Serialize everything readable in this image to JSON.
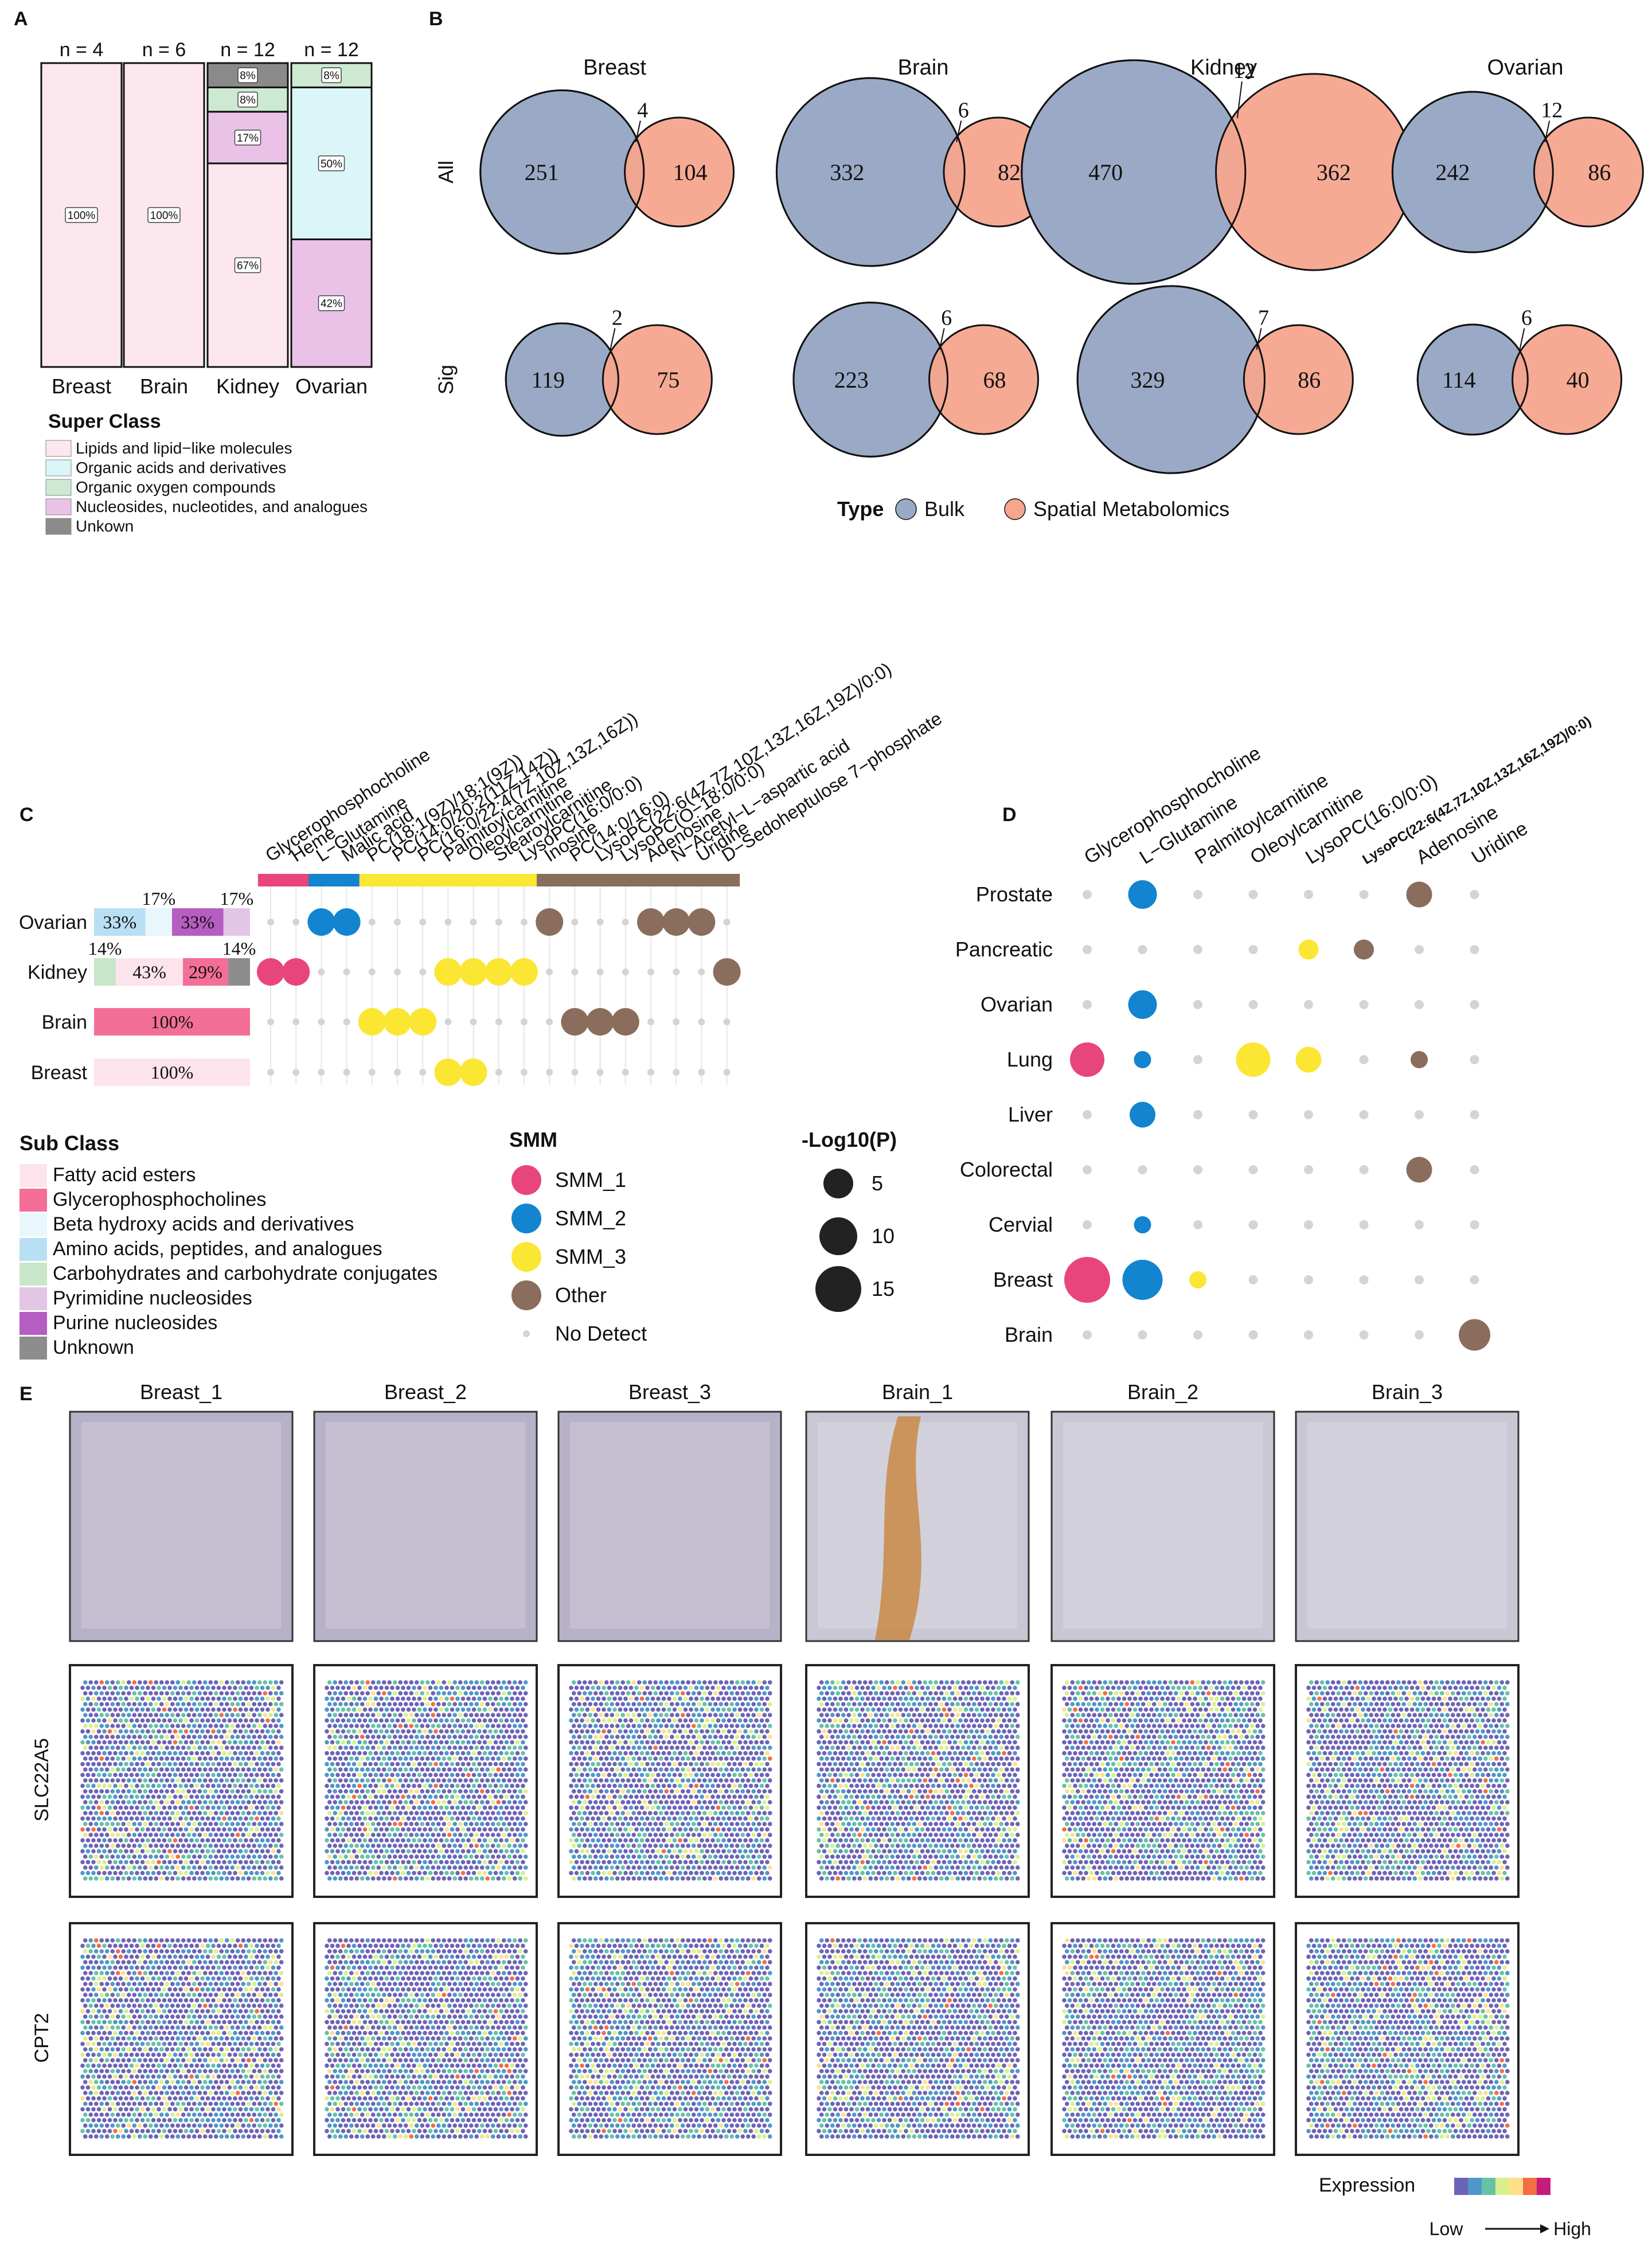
{
  "panels": {
    "a": "A",
    "b": "B",
    "c": "C",
    "d": "D",
    "e": "E"
  },
  "colors": {
    "lipids": "#fde7ef",
    "organic_acids": "#dbf6f9",
    "organic_oxygen": "#cde9d2",
    "nucleosides": "#eac2e8",
    "unknown": "#8a8a8a",
    "fatty_acid_esters": "#fde4ec",
    "glycerophosphocholines": "#f36f97",
    "beta_hydroxy": "#e7f7fb",
    "amino_acids": "#b9dff4",
    "carbohydrates": "#c8e6c9",
    "pyrimidine": "#e3c6e6",
    "purine": "#b65dc1",
    "unknown_sub": "#8d8d8d",
    "bulk": "#9aaac6",
    "spatial": "#f6a58e",
    "smm1": "#e8457c",
    "smm2": "#1384cf",
    "smm3": "#fbe634",
    "other": "#8a6d5c",
    "nodetect": "#d4d4d4"
  },
  "chart_data": [
    {
      "panel": "A",
      "type": "bar",
      "categories": [
        "Breast",
        "Brain",
        "Kidney",
        "Ovarian"
      ],
      "n_labels": [
        "n = 4",
        "n = 6",
        "n = 12",
        "n = 12"
      ],
      "segments": [
        [
          {
            "class": "lipids",
            "value": 100,
            "label": "100%"
          }
        ],
        [
          {
            "class": "lipids",
            "value": 100,
            "label": "100%"
          }
        ],
        [
          {
            "class": "lipids",
            "value": 67,
            "label": "67%"
          },
          {
            "class": "nucleosides",
            "value": 17,
            "label": "17%"
          },
          {
            "class": "organic_oxygen",
            "value": 8,
            "label": "8%"
          },
          {
            "class": "unknown",
            "value": 8,
            "label": "8%"
          }
        ],
        [
          {
            "class": "nucleosides",
            "value": 42,
            "label": "42%"
          },
          {
            "class": "organic_acids",
            "value": 50,
            "label": "50%"
          },
          {
            "class": "organic_oxygen",
            "value": 8,
            "label": "8%"
          }
        ]
      ],
      "legend_title": "Super Class",
      "legend": [
        {
          "key": "lipids",
          "label": "Lipids and lipid−like molecules"
        },
        {
          "key": "organic_acids",
          "label": "Organic acids and derivatives"
        },
        {
          "key": "organic_oxygen",
          "label": "Organic oxygen compounds"
        },
        {
          "key": "nucleosides",
          "label": "Nucleosides, nucleotides, and analogues"
        },
        {
          "key": "unknown",
          "label": "Unkown"
        }
      ]
    },
    {
      "panel": "B",
      "type": "venn",
      "columns": [
        "Breast",
        "Brain",
        "Kidney",
        "Ovarian"
      ],
      "rows": [
        "All",
        "Sig"
      ],
      "venns": [
        [
          {
            "bulk": 251,
            "spatial": 104,
            "overlap": 4
          },
          {
            "bulk": 332,
            "spatial": 82,
            "overlap": 6
          },
          {
            "bulk": 470,
            "spatial": 362,
            "overlap": 12
          },
          {
            "bulk": 242,
            "spatial": 86,
            "overlap": 12
          }
        ],
        [
          {
            "bulk": 119,
            "spatial": 75,
            "overlap": 2
          },
          {
            "bulk": 223,
            "spatial": 68,
            "overlap": 6
          },
          {
            "bulk": 329,
            "spatial": 86,
            "overlap": 7
          },
          {
            "bulk": 114,
            "spatial": 40,
            "overlap": 6
          }
        ]
      ],
      "legend_title": "Type",
      "legend": [
        {
          "key": "bulk",
          "label": "Bulk"
        },
        {
          "key": "spatial",
          "label": "Spatial Metabolomics"
        }
      ]
    },
    {
      "panel": "C",
      "type": "scatter",
      "metabolites": [
        "Glycerophosphocholine",
        "Heme",
        "L−Glutamine",
        "Malic acid",
        "PC(18:1(9Z)/18:1(9Z))",
        "PC(14:0/20:2(11Z,14Z))",
        "PC(16:0/22:4(7Z,10Z,13Z,16Z))",
        "Palmitoylcarnitine",
        "Oleoylcarnitine",
        "Stearoylcarnitine",
        "LysoPC(16:0/0:0)",
        "Inosine",
        "PC(14:0/16:0)",
        "LysoPC(22:6(4Z,7Z,10Z,13Z,16Z,19Z)/0:0)",
        "LysoPC(O−18:0/0:0)",
        "Adenosine",
        "N−Acetyl−L−aspartic acid",
        "Uridine",
        "D−Sedoheptulose 7−phosphate"
      ],
      "top_bar": [
        "smm1",
        "smm1",
        "smm2",
        "smm2",
        "smm3",
        "smm3",
        "smm3",
        "smm3",
        "smm3",
        "smm3",
        "smm3",
        "other",
        "other",
        "other",
        "other",
        "other",
        "other",
        "other",
        "other"
      ],
      "cancers": [
        "Ovarian",
        "Kidney",
        "Brain",
        "Breast"
      ],
      "dots": [
        [
          "nodetect",
          "nodetect",
          "smm2",
          "smm2",
          "nodetect",
          "nodetect",
          "nodetect",
          "nodetect",
          "nodetect",
          "nodetect",
          "nodetect",
          "other",
          "nodetect",
          "nodetect",
          "nodetect",
          "other",
          "other",
          "other",
          "nodetect"
        ],
        [
          "smm1",
          "smm1",
          "nodetect",
          "nodetect",
          "nodetect",
          "nodetect",
          "nodetect",
          "smm3",
          "smm3",
          "smm3",
          "smm3",
          "nodetect",
          "nodetect",
          "nodetect",
          "nodetect",
          "nodetect",
          "nodetect",
          "nodetect",
          "other"
        ],
        [
          "nodetect",
          "nodetect",
          "nodetect",
          "nodetect",
          "smm3",
          "smm3",
          "smm3",
          "nodetect",
          "nodetect",
          "nodetect",
          "nodetect",
          "nodetect",
          "other",
          "other",
          "other",
          "nodetect",
          "nodetect",
          "nodetect",
          "nodetect"
        ],
        [
          "nodetect",
          "nodetect",
          "nodetect",
          "nodetect",
          "nodetect",
          "nodetect",
          "nodetect",
          "smm3",
          "smm3",
          "nodetect",
          "nodetect",
          "nodetect",
          "nodetect",
          "nodetect",
          "nodetect",
          "nodetect",
          "nodetect",
          "nodetect",
          "nodetect"
        ]
      ],
      "composition": [
        [
          {
            "class": "amino_acids",
            "value": 33,
            "label": "33%"
          },
          {
            "class": "beta_hydroxy",
            "value": 17,
            "label": "17%"
          },
          {
            "class": "purine",
            "value": 33,
            "label": "33%"
          },
          {
            "class": "pyrimidine",
            "value": 17,
            "label": "17%"
          }
        ],
        [
          {
            "class": "carbohydrates",
            "value": 14,
            "label": "14%"
          },
          {
            "class": "fatty_acid_esters",
            "value": 43,
            "label": "43%"
          },
          {
            "class": "glycerophosphocholines",
            "value": 29,
            "label": "29%"
          },
          {
            "class": "unknown_sub",
            "value": 14,
            "label": "14%"
          }
        ],
        [
          {
            "class": "glycerophosphocholines",
            "value": 100,
            "label": "100%"
          }
        ],
        [
          {
            "class": "fatty_acid_esters",
            "value": 100,
            "label": "100%"
          }
        ]
      ],
      "subclass_title": "Sub Class",
      "subclass_legend": [
        {
          "key": "fatty_acid_esters",
          "label": "Fatty acid esters"
        },
        {
          "key": "glycerophosphocholines",
          "label": "Glycerophosphocholines"
        },
        {
          "key": "beta_hydroxy",
          "label": "Beta hydroxy acids and derivatives"
        },
        {
          "key": "amino_acids",
          "label": "Amino acids, peptides, and analogues"
        },
        {
          "key": "carbohydrates",
          "label": "Carbohydrates and carbohydrate conjugates"
        },
        {
          "key": "pyrimidine",
          "label": "Pyrimidine nucleosides"
        },
        {
          "key": "purine",
          "label": "Purine nucleosides"
        },
        {
          "key": "unknown_sub",
          "label": "Unknown"
        }
      ],
      "smm_title": "SMM",
      "smm_legend": [
        {
          "key": "smm1",
          "label": "SMM_1"
        },
        {
          "key": "smm2",
          "label": "SMM_2"
        },
        {
          "key": "smm3",
          "label": "SMM_3"
        },
        {
          "key": "other",
          "label": "Other"
        },
        {
          "key": "nodetect",
          "label": "No Detect"
        }
      ],
      "p_title": "-Log10(P)",
      "p_legend": [
        5,
        10,
        15
      ]
    },
    {
      "panel": "D",
      "type": "scatter",
      "metabolites": [
        "Glycerophosphocholine",
        "L−Glutamine",
        "Palmitoylcarnitine",
        "Oleoylcarnitine",
        "LysoPC(16:0/0:0)",
        "LysoPC(22:6(4Z,7Z,10Z,13Z,16Z,19Z)/0:0)",
        "Adenosine",
        "Uridine"
      ],
      "cancers": [
        "Prostate",
        "Pancreatic",
        "Ovarian",
        "Lung",
        "Liver",
        "Colorectal",
        "Cervial",
        "Breast",
        "Brain"
      ],
      "colors": [
        "smm1",
        "smm2",
        "smm3",
        "smm3",
        "smm3",
        "other",
        "other",
        "other"
      ],
      "sizes": [
        [
          0,
          10,
          0,
          0,
          0,
          0,
          9,
          0
        ],
        [
          0,
          0,
          0,
          0,
          7,
          7,
          0,
          0
        ],
        [
          0,
          10,
          0,
          0,
          0,
          0,
          0,
          0
        ],
        [
          12,
          6,
          0,
          12,
          9,
          0,
          6,
          0
        ],
        [
          0,
          9,
          0,
          0,
          0,
          0,
          0,
          0
        ],
        [
          0,
          0,
          0,
          0,
          0,
          0,
          9,
          0
        ],
        [
          0,
          6,
          0,
          0,
          0,
          0,
          0,
          0
        ],
        [
          16,
          14,
          6,
          0,
          0,
          0,
          0,
          0
        ],
        [
          0,
          0,
          0,
          0,
          0,
          0,
          0,
          11
        ]
      ]
    }
  ],
  "panel_e": {
    "samples": [
      "Breast_1",
      "Breast_2",
      "Breast_3",
      "Brain_1",
      "Brain_2",
      "Brain_3"
    ],
    "genes": [
      "SLC22A5",
      "CPT2"
    ],
    "legend_title": "Expression",
    "low": "Low",
    "high": "High",
    "ramp": [
      "#6d63b6",
      "#4f97c7",
      "#66c2a5",
      "#d9ef8b",
      "#fee08b",
      "#f46d43",
      "#c51b7d"
    ]
  }
}
